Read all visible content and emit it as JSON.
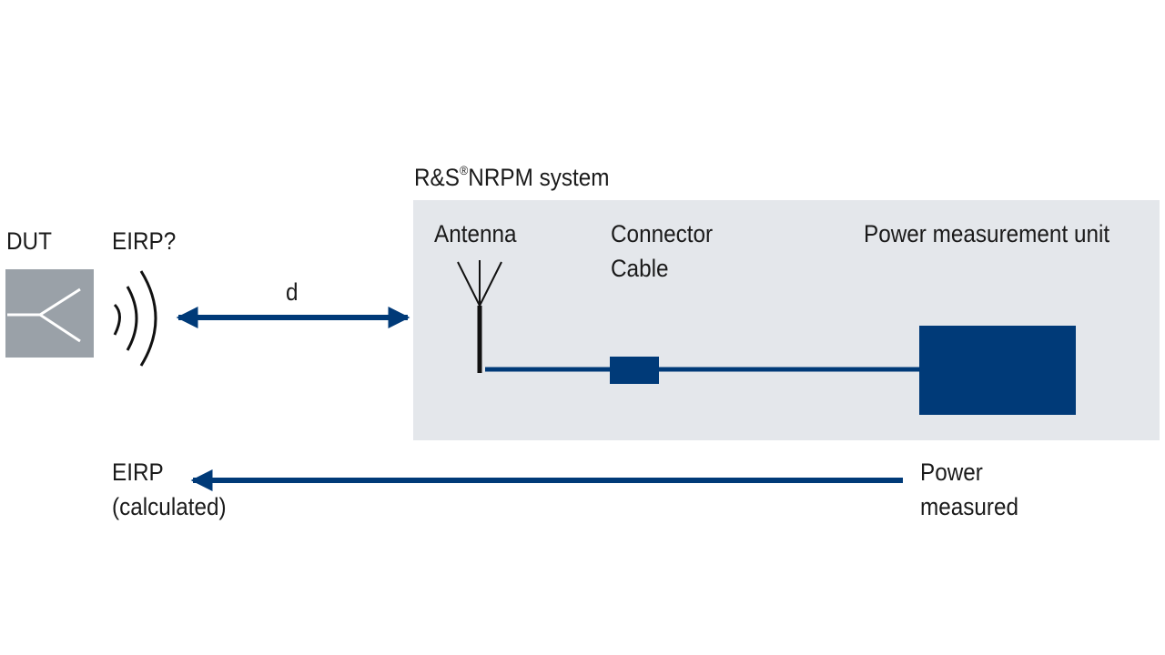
{
  "system": {
    "title_prefix": "R&S",
    "title_mark": "®",
    "title_suffix": "NRPM system"
  },
  "dut": {
    "label": "DUT"
  },
  "eirp_query": {
    "label": "EIRP?"
  },
  "distance": {
    "label": "d"
  },
  "antenna": {
    "label": "Antenna"
  },
  "connector_cable": {
    "line1": "Connector",
    "line2": "Cable"
  },
  "power_unit": {
    "label": "Power measurement unit"
  },
  "eirp_calculated": {
    "line1": "EIRP",
    "line2": "(calculated)"
  },
  "power_measured": {
    "line1": "Power",
    "line2": "measured"
  },
  "colors": {
    "navy": "#003a78",
    "gray_box": "#9aa1a8",
    "panel": "#e4e7eb"
  }
}
